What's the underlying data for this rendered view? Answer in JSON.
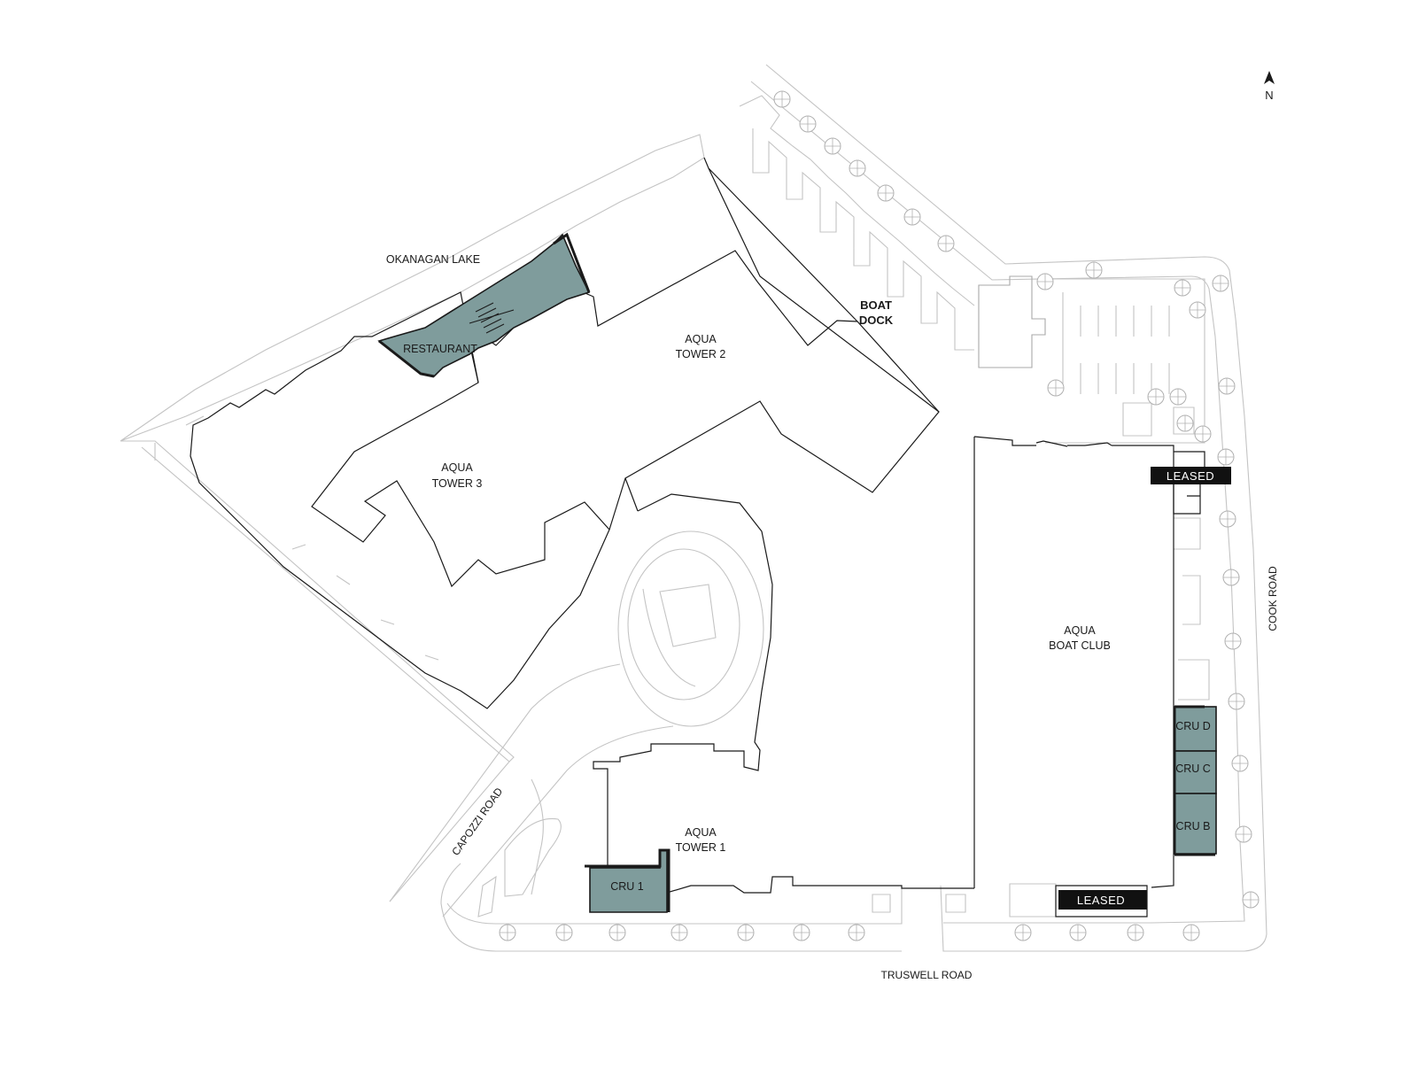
{
  "compass": {
    "label": "N"
  },
  "water": {
    "lake": "OKANAGAN LAKE"
  },
  "roads": {
    "south": "TRUSWELL ROAD",
    "east": "COOK ROAD",
    "southwest": "CAPOZZI ROAD"
  },
  "buildings": {
    "tower1": [
      "AQUA",
      "TOWER 1"
    ],
    "tower2": [
      "AQUA",
      "TOWER 2"
    ],
    "tower3": [
      "AQUA",
      "TOWER 3"
    ],
    "boat_club": [
      "AQUA",
      "BOAT CLUB"
    ],
    "boat_dock": [
      "BOAT",
      "DOCK"
    ]
  },
  "units": {
    "restaurant": "RESTAURANT",
    "cru1": "CRU 1",
    "crub": "CRU B",
    "cruc": "CRU C",
    "crud": "CRU D"
  },
  "status": {
    "leased_north": "LEASED",
    "leased_south": "LEASED"
  },
  "colors": {
    "available_unit": "#7f9c9c",
    "leased_tag": "#111111",
    "building_outline": "#1a1a1a",
    "context_lines": "#c4c4c4"
  }
}
